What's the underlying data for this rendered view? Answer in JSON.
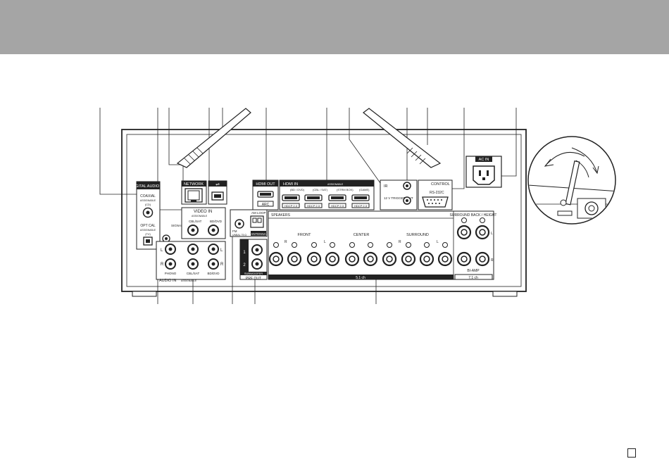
{
  "labels": {
    "digital_audio_in": "DIGITAL AUDIO IN",
    "coaxial": "COAXIAL",
    "assignable1": "ASSIGNABLE",
    "cd": "(CD)",
    "opt_cal": "OPT CAL",
    "assignable2": "ASSIGNABLE",
    "tv": "(TV)",
    "signal_gnd": "SIGNAL GND",
    "network": "NETWORK",
    "video_in": "VIDEO IN",
    "video_in_assignable": "ASSIGNABLE",
    "cbl_sat": "CBL/SAT",
    "bd_dvd": "BD/DVD",
    "phono": "PHONO",
    "audio_in": "AUDIO IN",
    "audio_in_assignable": "ASSIGNABLE",
    "hdmi_out": "HDMI OUT",
    "hdmi_in": "HDMI IN",
    "hdmi_in_assignable": "ASSIGNABLE",
    "bd_dvd_in": "(BD / DVD)",
    "cbl_sat_in": "(CBL / SAT)",
    "strm_box": "(STRM BOX)",
    "game": "(GAME)",
    "hdcp": "HDCP 2.3",
    "arc": "ARC",
    "ir": "IR",
    "trigger": "12 V TRIGGER OUT",
    "control": "CONTROL",
    "rs232c": "RS-232C",
    "ac_in": "AC IN",
    "am_loop": "AM LOOP",
    "fm": "FM",
    "unbal": "UNBAL 75 Ω",
    "antenna": "ANTENNA",
    "subwoofer": "SUBWOOFER",
    "pre_out": "PRE OUT",
    "speakers": "SPEAKERS",
    "front": "FRONT",
    "center": "CENTER",
    "surround": "SURROUND",
    "surround_back_height": "SURROUND BACK / HEIGHT",
    "bi_amp": "BI-AMP",
    "ch51": "5.1 ch",
    "ch71": "7.1 ch",
    "l": "L",
    "r": "R",
    "one": "1",
    "two": "2"
  },
  "colors": {
    "top_band": "#a5a5a5",
    "panel_fill": "#ffffff",
    "outline": "#222222"
  }
}
